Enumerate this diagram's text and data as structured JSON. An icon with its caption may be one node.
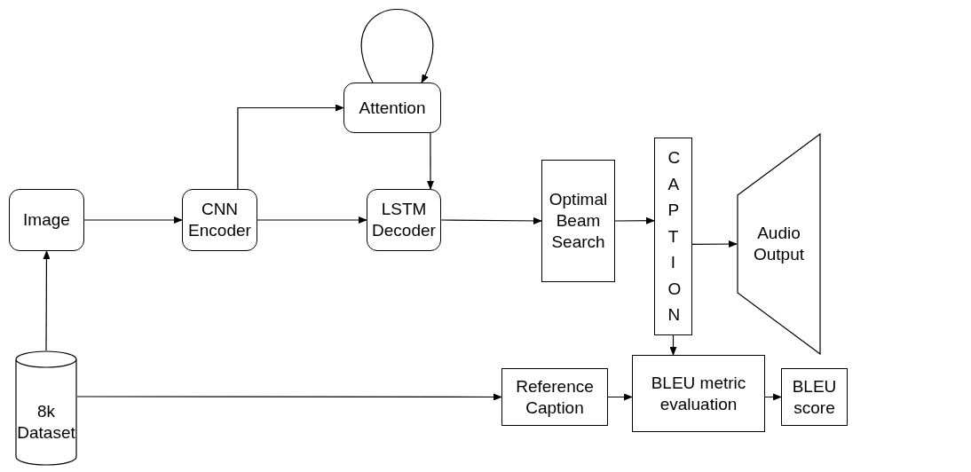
{
  "diagram": {
    "nodes": [
      {
        "text": [
          "Attention"
        ]
      },
      {
        "text": [
          "Image"
        ]
      },
      {
        "text": [
          "CNN Encoder"
        ]
      },
      {
        "text": [
          "LSTM Decoder"
        ]
      },
      {
        "text": [
          "Optimal Beam Search"
        ]
      },
      {
        "text": [
          "CAPTION"
        ]
      },
      {
        "text": [
          "Audio Output"
        ]
      },
      {
        "text": [
          "8k Dataset"
        ]
      },
      {
        "text": [
          "Reference Caption"
        ]
      },
      {
        "text": [
          "BLEU metric evaluation"
        ]
      },
      {
        "text": [
          "BLEU score"
        ]
      }
    ],
    "edges": [
      {
        "from": 1,
        "to": 2,
        "arrow": "to"
      },
      {
        "from": 2,
        "to": 3,
        "arrow": "to"
      },
      {
        "from": 2,
        "to": 0,
        "arrow": "to"
      },
      {
        "from": 0,
        "to": 3,
        "arrow": "to"
      },
      {
        "from": 0,
        "to": 0,
        "arrow": "to"
      },
      {
        "from": 3,
        "to": 4,
        "arrow": "to"
      },
      {
        "from": 4,
        "to": 5,
        "arrow": "to"
      },
      {
        "from": 5,
        "to": 6,
        "arrow": "to"
      },
      {
        "from": 5,
        "to": 9,
        "arrow": "to"
      },
      {
        "from": 7,
        "to": 1,
        "arrow": "to"
      },
      {
        "from": 7,
        "to": 8,
        "arrow": "to"
      },
      {
        "from": 8,
        "to": 9,
        "arrow": "to"
      },
      {
        "from": 9,
        "to": 10,
        "arrow": "to"
      }
    ]
  }
}
